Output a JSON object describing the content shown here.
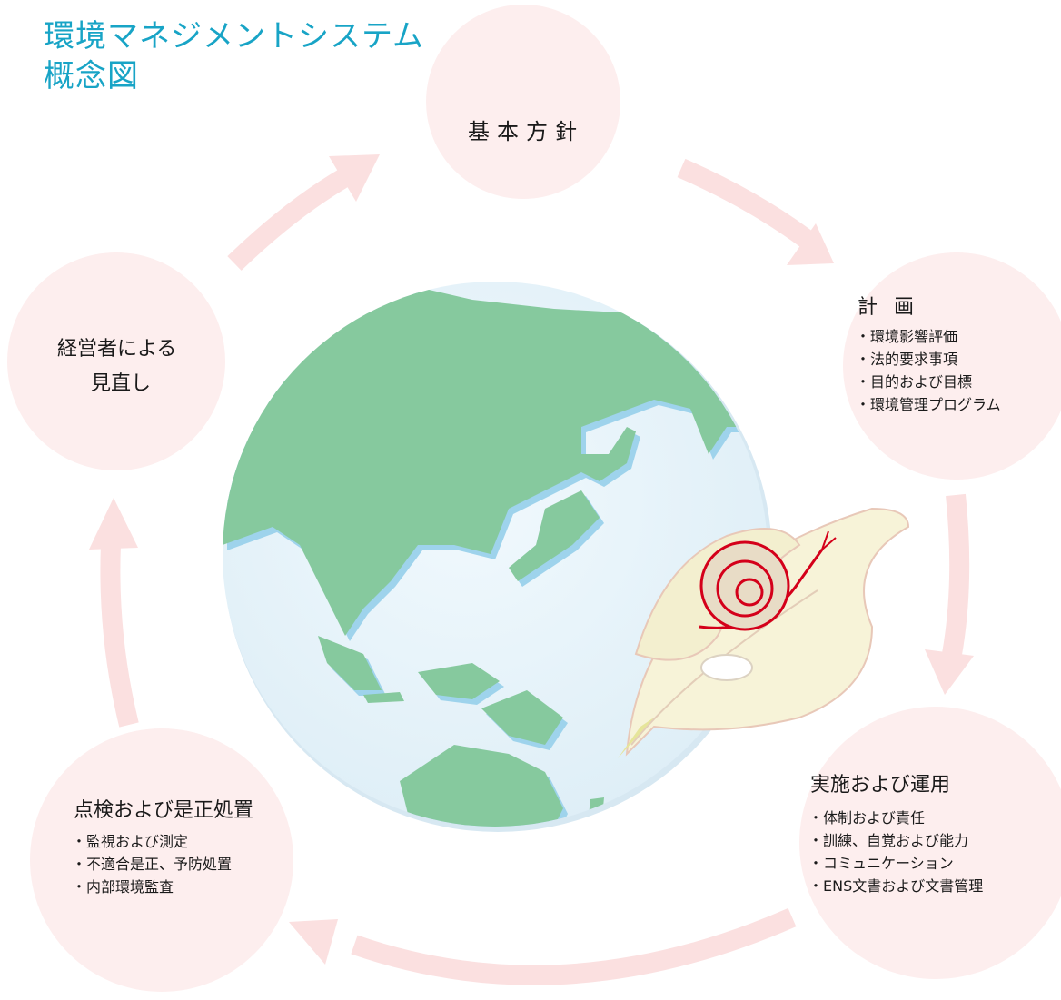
{
  "title": {
    "line1": "環境マネジメントシステム",
    "line2": "概念図"
  },
  "nodes": {
    "basic_policy": {
      "heading": "基本方針"
    },
    "planning": {
      "heading": "計画",
      "items": [
        "環境影響評価",
        "法的要求事項",
        "目的および目標",
        "環境管理プログラム"
      ]
    },
    "implementation": {
      "heading": "実施および運用",
      "items": [
        "体制および責任",
        "訓練、自覚および能力",
        "コミュニケーション",
        "ENS文書および文書管理"
      ]
    },
    "checking": {
      "heading": "点検および是正処置",
      "items": [
        "監視および測定",
        "不適合是正、予防処置",
        "内部環境監査"
      ]
    },
    "management_review": {
      "line1": "経営者による",
      "line2": "見直し"
    }
  },
  "colors": {
    "title": "#18a4c6",
    "node_fill": "#fdeeee",
    "arrow": "#fbe0e0",
    "ocean": "#e6f4fb",
    "land": "#86c99e",
    "land_shadow": "#9ed3ec",
    "snail_shell": "#d4001a"
  },
  "icons": [
    "globe-illustration",
    "snail-illustration",
    "leaf-illustration",
    "cycle-arrow-icon"
  ]
}
